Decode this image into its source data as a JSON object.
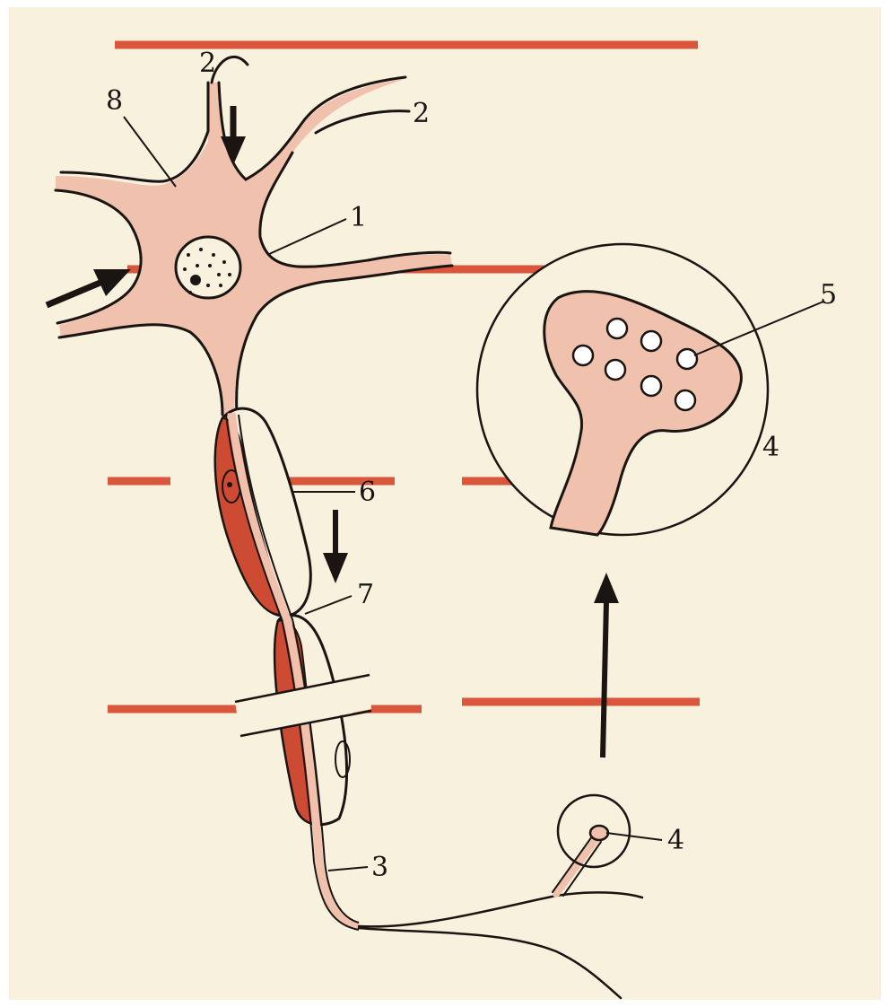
{
  "labels": {
    "l1": "1",
    "l2a": "2",
    "l2b": "2",
    "l3": "3",
    "l4_small": "4",
    "l4_large": "4",
    "l5": "5",
    "l6": "6",
    "l7": "7",
    "l8": "8"
  },
  "colors": {
    "paper": "#f7f1de",
    "cytoplasm": "#f0c1ac",
    "myelin": "#cd4a33",
    "guide_line": "#d9553b",
    "outline": "#1a1512",
    "vesicle": "#ffffff"
  }
}
